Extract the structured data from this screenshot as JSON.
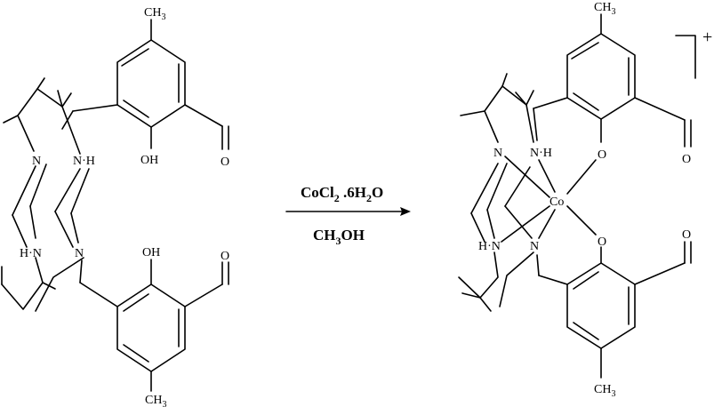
{
  "reaction": {
    "reagent_main": "CoCl",
    "reagent_sub1": "2",
    "reagent_mid": " .6H",
    "reagent_sub2": "2",
    "reagent_end": "O",
    "solvent_main": "CH",
    "solvent_sub": "3",
    "solvent_end": "OH"
  },
  "reactant": {
    "methyl_top_main": "CH",
    "methyl_top_sub": "3",
    "methyl_bottom_main": "CH",
    "methyl_bottom_sub": "3",
    "n_left": "N",
    "nh_right": "N·H",
    "hn_left": "H·N",
    "n_right": "N",
    "oh_top": "OH",
    "oh_bottom": "OH",
    "aldehyde_o_top": "O",
    "aldehyde_o_bottom": "O"
  },
  "product": {
    "methyl_top_main": "CH",
    "methyl_top_sub": "3",
    "methyl_bottom_main": "CH",
    "methyl_bottom_sub": "3",
    "n_left": "N",
    "nh_right": "N·H",
    "hn_left": "H·N",
    "n_right": "N",
    "metal": "Co",
    "phenoxide_top": "O",
    "phenoxide_bottom": "O",
    "aldehyde_o_top": "O",
    "aldehyde_o_bottom": "O",
    "charge": "+"
  }
}
